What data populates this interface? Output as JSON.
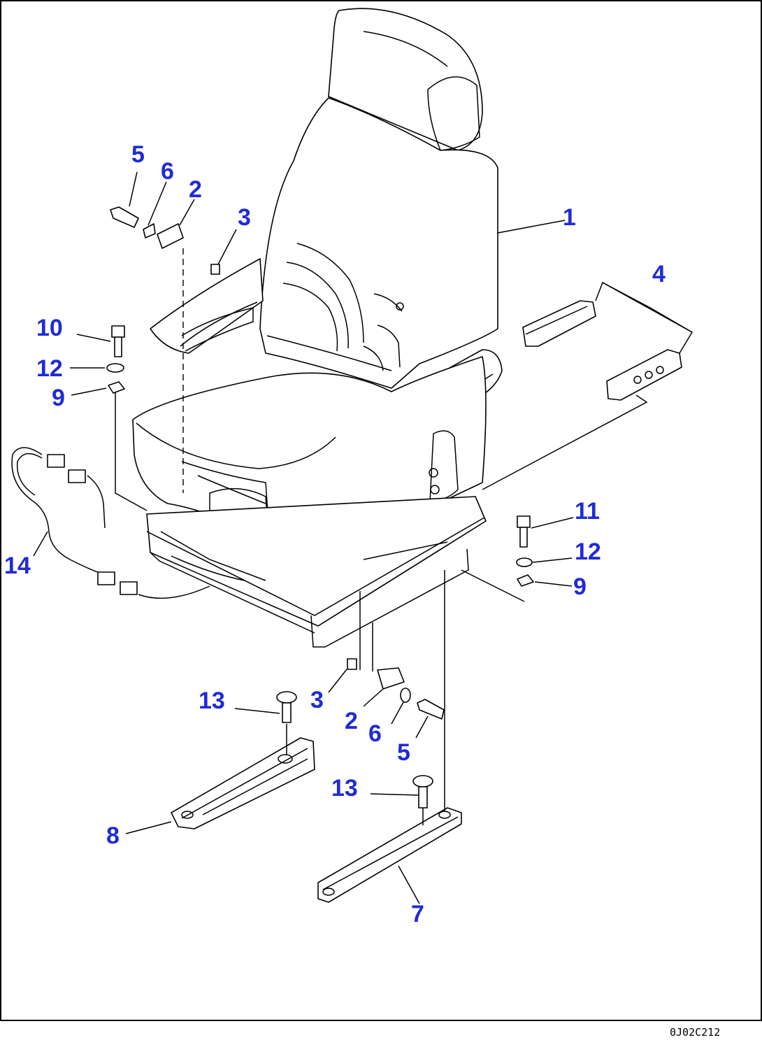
{
  "diagram": {
    "drawing_code": "0J02C212",
    "callout_color": "#1f2bd6",
    "line_color": "#000000",
    "callouts": [
      {
        "id": "c1",
        "label": "1"
      },
      {
        "id": "c2a",
        "label": "2"
      },
      {
        "id": "c2b",
        "label": "2"
      },
      {
        "id": "c3a",
        "label": "3"
      },
      {
        "id": "c3b",
        "label": "3"
      },
      {
        "id": "c4",
        "label": "4"
      },
      {
        "id": "c5a",
        "label": "5"
      },
      {
        "id": "c5b",
        "label": "5"
      },
      {
        "id": "c6a",
        "label": "6"
      },
      {
        "id": "c6b",
        "label": "6"
      },
      {
        "id": "c7",
        "label": "7"
      },
      {
        "id": "c8",
        "label": "8"
      },
      {
        "id": "c9a",
        "label": "9"
      },
      {
        "id": "c9b",
        "label": "9"
      },
      {
        "id": "c10",
        "label": "10"
      },
      {
        "id": "c11",
        "label": "11"
      },
      {
        "id": "c12a",
        "label": "12"
      },
      {
        "id": "c12b",
        "label": "12"
      },
      {
        "id": "c13a",
        "label": "13"
      },
      {
        "id": "c13b",
        "label": "13"
      },
      {
        "id": "c14",
        "label": "14"
      }
    ]
  }
}
